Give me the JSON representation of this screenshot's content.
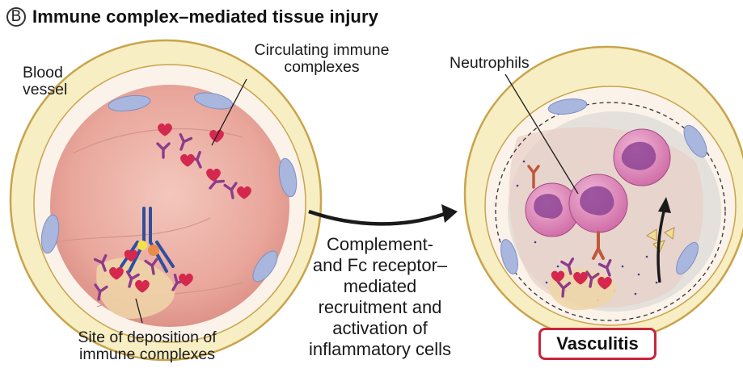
{
  "title": {
    "panel_letter": "B",
    "text": "Immune complex–mediated tissue injury"
  },
  "labels": {
    "blood_vessel": [
      "Blood",
      "vessel"
    ],
    "circulating": [
      "Circulating immune",
      "complexes"
    ],
    "site_of_deposition": [
      "Site of deposition of",
      "immune complexes"
    ],
    "neutrophils": "Neutrophils",
    "mechanism": [
      "Complement-",
      "and Fc receptor–",
      "mediated",
      "recruitment and",
      "activation of",
      "inflammatory cells"
    ],
    "outcome": "Vasculitis"
  },
  "colors": {
    "vessel_wall_outer": "#f7eec4",
    "vessel_wall_edge": "#c9a44a",
    "lumen": "#eaa49a",
    "lumen_light": "#f6d8cf",
    "endothelial_nucleus": "#a9b6dd",
    "antigen": "#d4284e",
    "antibody": "#8e3b8a",
    "receptor_antibody": "#2e4fa0",
    "neutrophil": "#d97bb0",
    "neutrophil_nucleus": "#8a3f92",
    "outcome_border": "#c8253c"
  }
}
